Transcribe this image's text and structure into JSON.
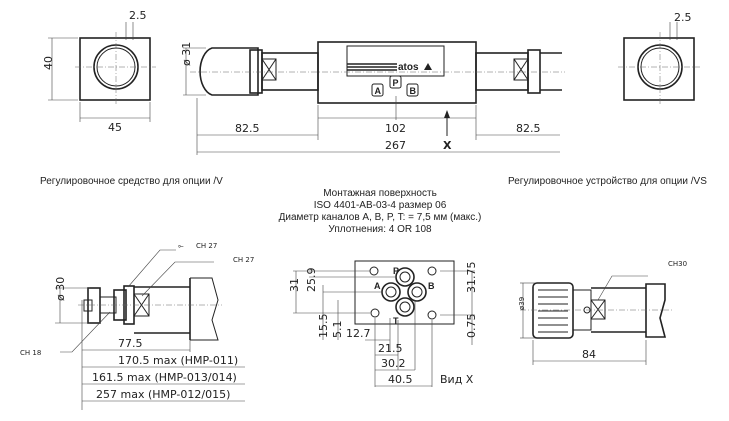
{
  "top_view": {
    "left_end": {
      "dim_wall": "2.5",
      "dim_height": "40",
      "dim_width": "45"
    },
    "main": {
      "logo": "atos",
      "port_labels": [
        "A",
        "P",
        "B"
      ],
      "diameter": "ø 31",
      "dim_left": "82.5",
      "dim_body": "102",
      "dim_right": "82.5",
      "dim_total": "267",
      "view_marker": "X"
    },
    "right_end": {
      "dim_wall": "2.5"
    }
  },
  "captions": {
    "left": "Регулировочное средство для опции /V",
    "right": "Регулировочное устройство для опции /VS",
    "center": [
      "Монтажная поверхность",
      "ISO 4401-AB-03-4 размер 06",
      "Диаметр каналов A, B, P, T: = 7,5 мм (макс.)",
      "Уплотнения: 4 OR 108"
    ]
  },
  "option_v": {
    "wrench_1": "CH 27",
    "wrench_2": "CH 27",
    "wrench_3": "CH 18",
    "diameter": "ø 30",
    "dim_1": "77.5",
    "dim_2": "170.5 max (HMP-011)",
    "dim_3": "161.5 max (HMP-013/014)",
    "dim_4": "257 max (HMP-012/015)"
  },
  "mounting_surface": {
    "ports": [
      "P",
      "A",
      "B",
      "T"
    ],
    "vertical_dims": [
      "31",
      "25.9",
      "15.5",
      "5.1",
      "31.75",
      "0.75"
    ],
    "horizontal_dims": [
      "12.7",
      "21.5",
      "30.2",
      "40.5"
    ],
    "view_label": "Вид X"
  },
  "option_vs": {
    "wrench": "CH30",
    "diameter": "ø39",
    "dim_length": "84"
  }
}
